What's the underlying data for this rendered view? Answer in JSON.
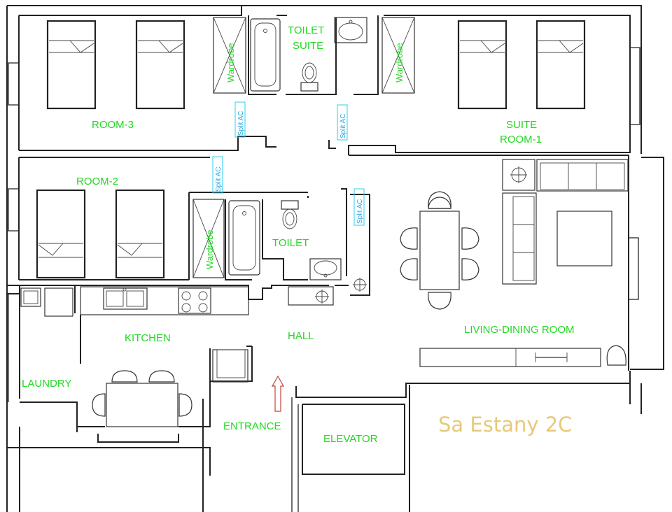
{
  "rooms": {
    "room3": "ROOM-3",
    "toilet_suite_line1": "TOILET",
    "toilet_suite_line2": "SUITE",
    "suite_room1_line1": "SUITE",
    "suite_room1_line2": "ROOM-1",
    "room2": "ROOM-2",
    "toilet": "TOILET",
    "kitchen": "KITCHEN",
    "hall": "HALL",
    "living_dining": "LIVING-DINING ROOM",
    "laundry": "LAUNDRY",
    "entrance": "ENTRANCE",
    "elevator": "ELEVATOR"
  },
  "fixtures": {
    "wardrobe": "Wardrobe",
    "split_ac": "Split AC"
  },
  "brand": {
    "text": "Sa Estany 2C",
    "color": "#e8c978"
  },
  "colors": {
    "room_label": "#22d822",
    "ac_label": "#2aa6e0",
    "entrance_arrow": "#c0453a"
  }
}
